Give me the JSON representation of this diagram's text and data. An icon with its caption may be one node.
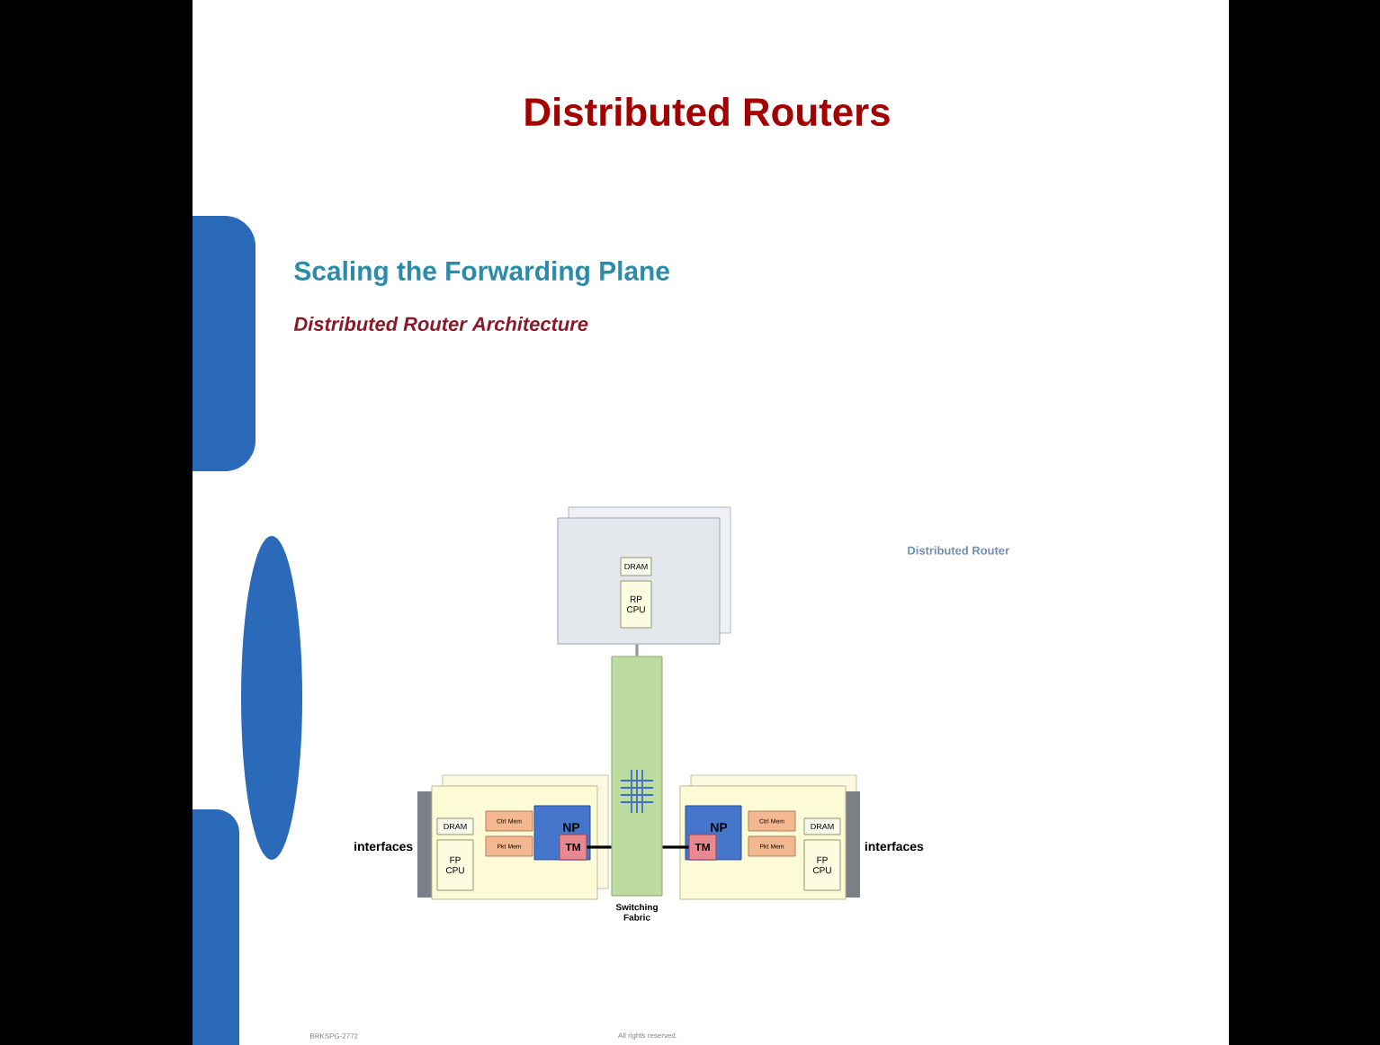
{
  "diagram": {
    "title": "Distributed Routers",
    "nodes": [
      {
        "text": [],
        "shape": "box"
      },
      {
        "text": [
          "DRAM"
        ],
        "in": 0
      },
      {
        "text": [
          "RP CPU"
        ],
        "in": 0
      },
      {
        "text": [],
        "shape": "box",
        "beside": [
          "Switching Fabric"
        ]
      },
      {
        "text": [],
        "shape": "box",
        "beside": [
          "interfaces"
        ]
      },
      {
        "text": [
          "DRAM"
        ],
        "in": 4
      },
      {
        "text": [
          "FP CPU"
        ],
        "in": 4
      },
      {
        "text": [
          "Ctrl Mem"
        ],
        "in": 4
      },
      {
        "text": [
          "Pkt Mem"
        ],
        "in": 4
      },
      {
        "text": [
          "NP"
        ],
        "in": 4
      },
      {
        "text": [
          "TM"
        ],
        "in": 9
      },
      {
        "text": [],
        "shape": "box",
        "beside": [
          "interfaces"
        ]
      },
      {
        "text": [
          "NP"
        ],
        "in": 11
      },
      {
        "text": [
          "TM"
        ],
        "in": 12
      },
      {
        "text": [
          "Ctrl Mem"
        ],
        "in": 11
      },
      {
        "text": [
          "Pkt Mem"
        ],
        "in": 11
      },
      {
        "text": [
          "DRAM"
        ],
        "in": 11
      },
      {
        "text": [
          "FP CPU"
        ],
        "in": 11
      }
    ],
    "edges": [
      {
        "from": 0,
        "to": 3,
        "arrow": "none",
        "color": "#8a9aa8"
      },
      {
        "from": 10,
        "to": 3,
        "arrow": "none"
      },
      {
        "from": 13,
        "to": 3,
        "arrow": "none"
      }
    ],
    "labels": [
      "Scaling the Forwarding Plane",
      "Distributed Router Architecture",
      "Distributed Router",
      "BRKSPG-2772",
      "All rights reserved."
    ]
  }
}
